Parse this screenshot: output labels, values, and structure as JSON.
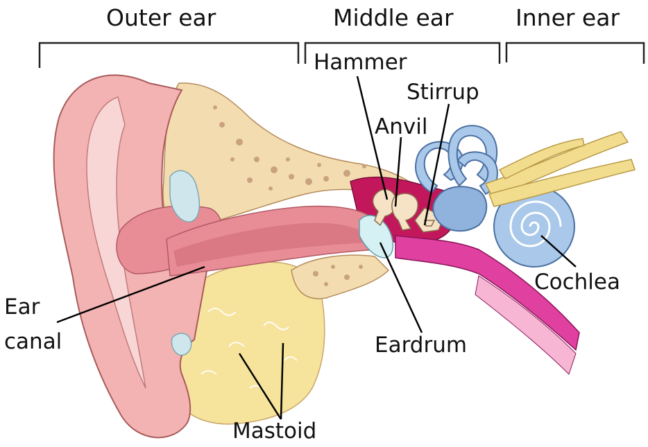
{
  "regions": {
    "outer": "Outer ear",
    "middle": "Middle ear",
    "inner": "Inner ear"
  },
  "labels": {
    "hammer": "Hammer",
    "stirrup": "Stirrup",
    "anvil": "Anvil",
    "cochlea": "Cochlea",
    "ear_canal_1": "Ear",
    "ear_canal_2": "canal",
    "eardrum": "Eardrum",
    "mastoid": "Mastoid"
  },
  "colors": {
    "skin": "#f4b3b3",
    "skin_light": "#f9d6d6",
    "bone": "#f3ddb0",
    "bone_spots": "#c9a27e",
    "mastoid": "#f6e39c",
    "cavity": "#c2185b",
    "vessel": "#e040a0",
    "inner_ear": "#a9c8ea",
    "nerve": "#f2dd8f",
    "outline": "#333333"
  }
}
